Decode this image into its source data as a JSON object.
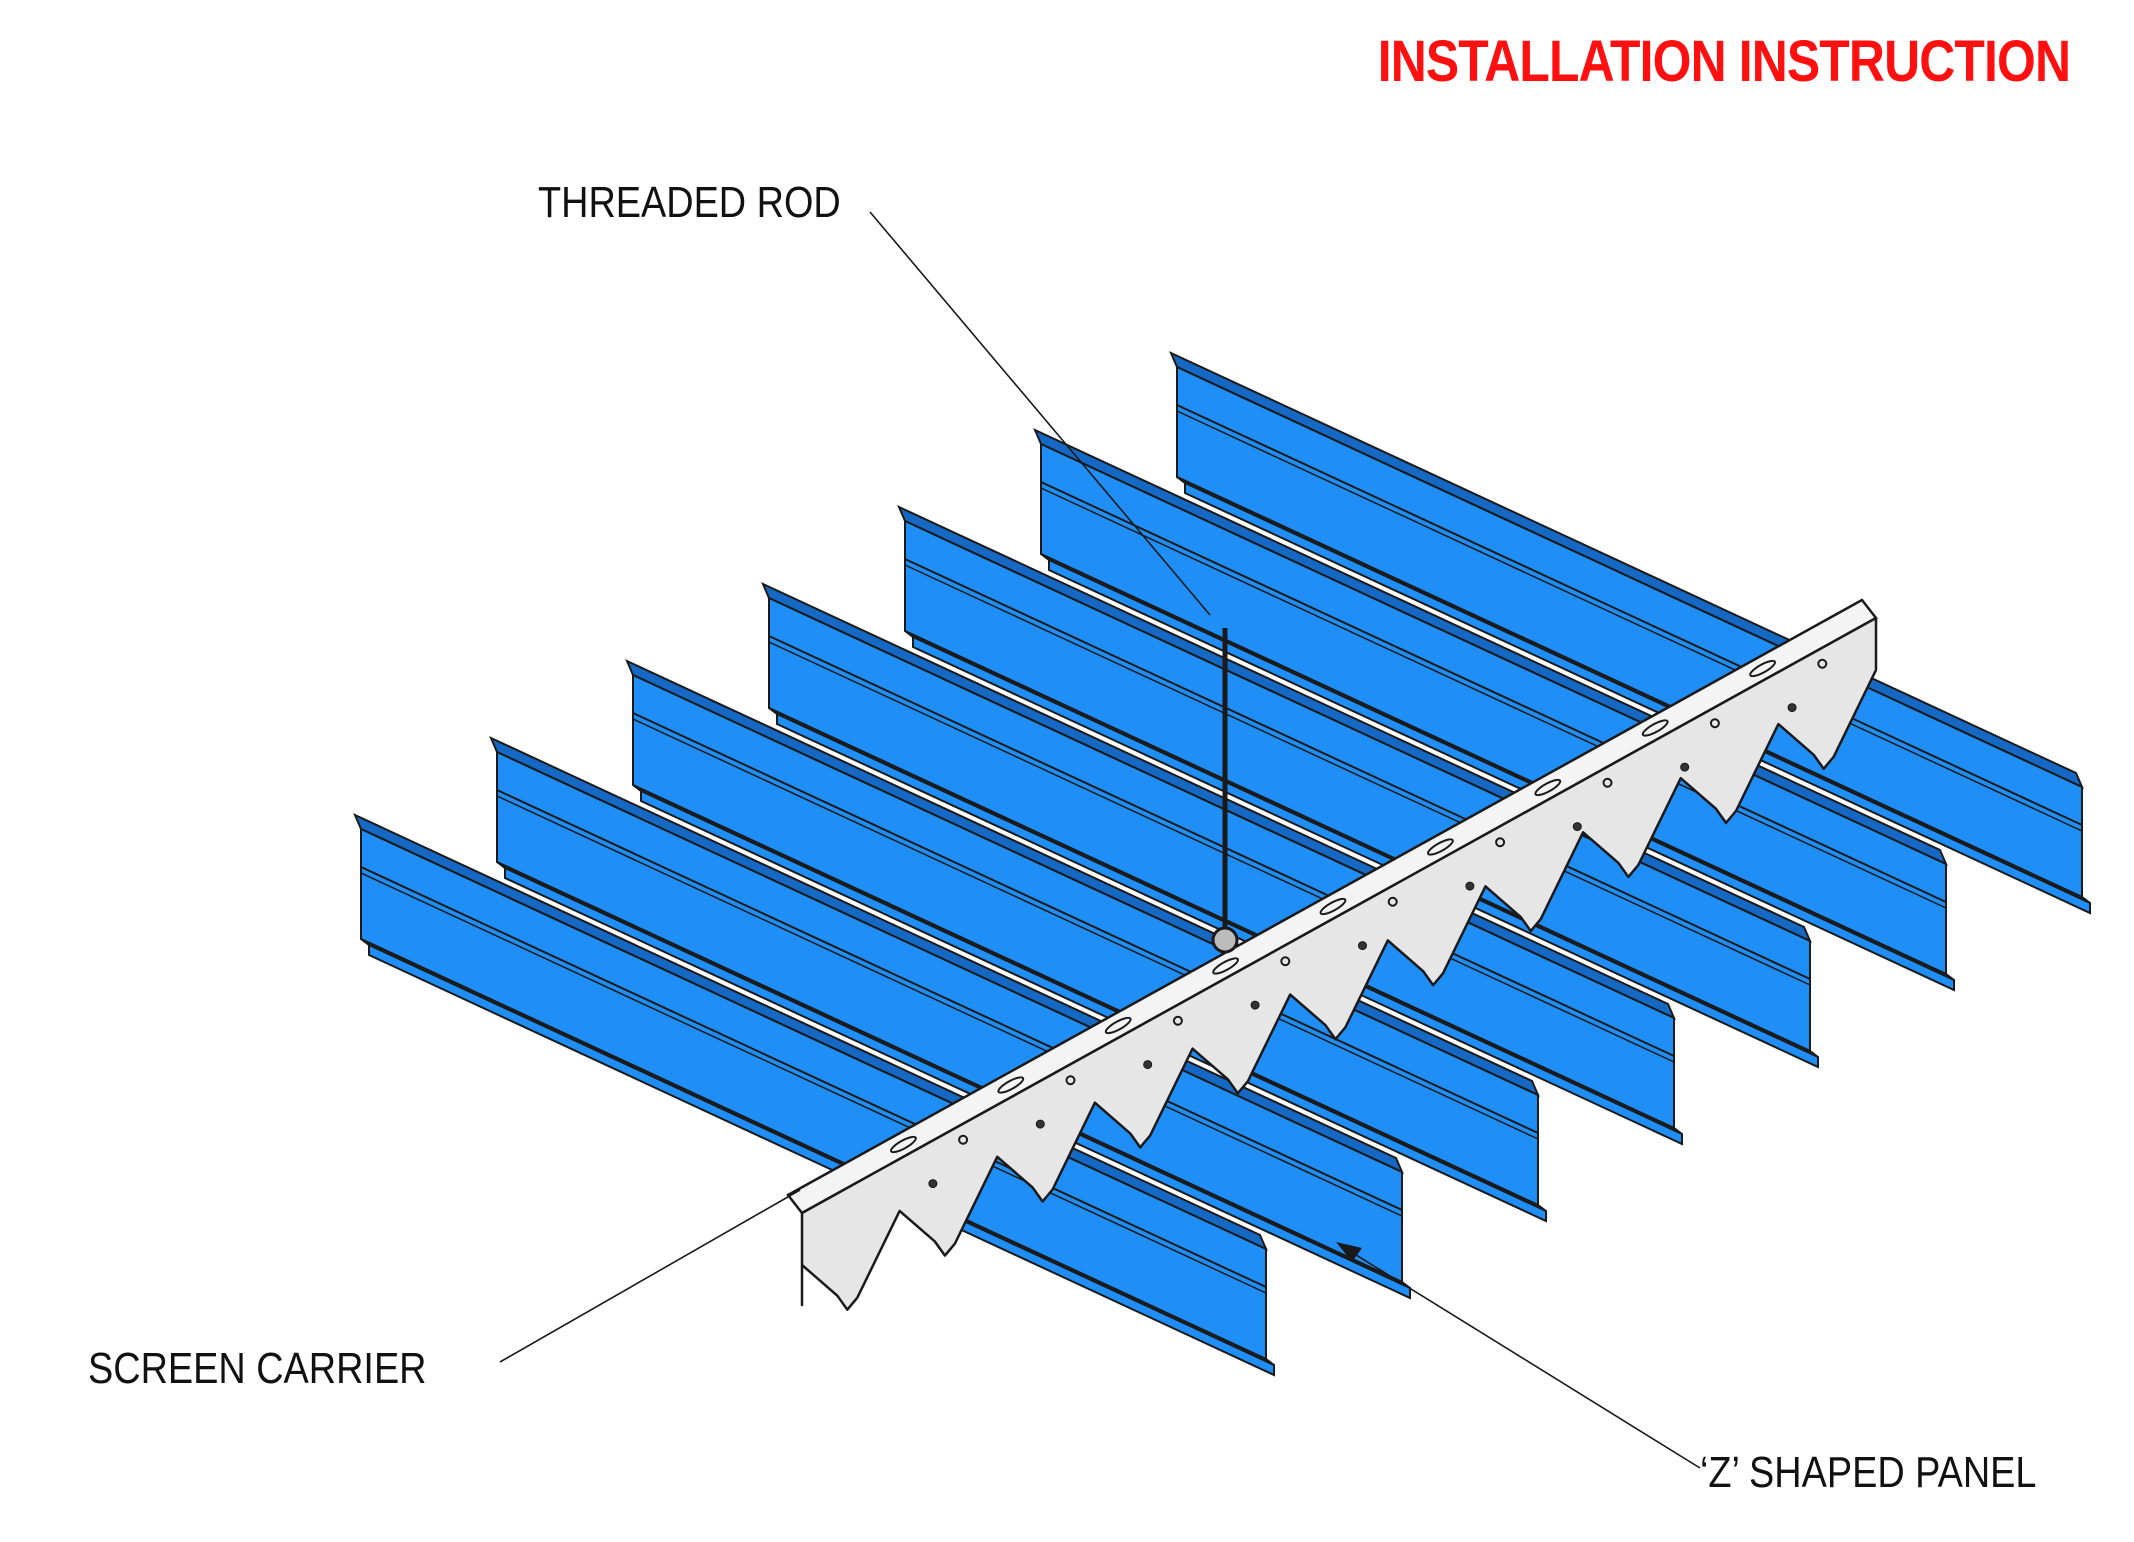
{
  "title": "INSTALLATION INSTRUCTION",
  "labels": {
    "threaded_rod": "THREADED ROD",
    "screen_carrier": "SCREEN CARRIER",
    "z_panel": "‘Z’ SHAPED PANEL"
  },
  "colors": {
    "title": "#ff1010",
    "panel": "#1f8ef6",
    "panel_dark": "#1568c4",
    "carrier": "#e6e6e6",
    "outline": "#1a1a1a"
  },
  "panel_count": 7
}
